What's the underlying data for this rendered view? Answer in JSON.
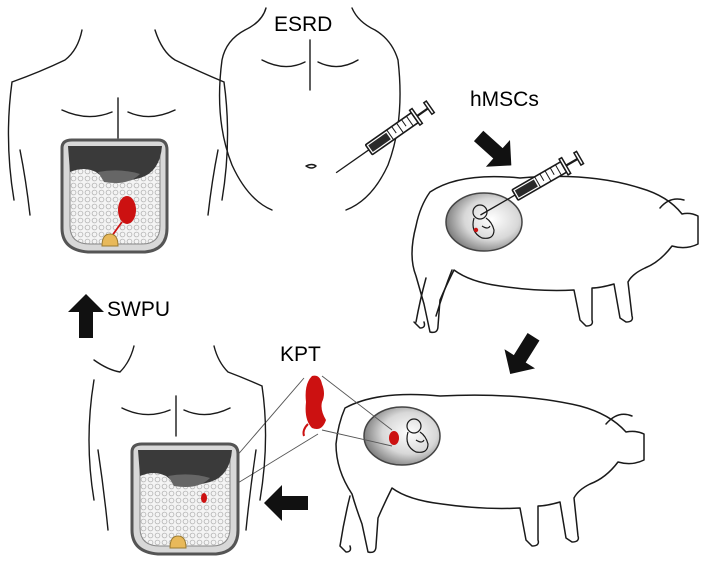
{
  "labels": {
    "esrd": "ESRD",
    "hmscs": "hMSCs",
    "swpu": "SWPU",
    "kpt": "KPT"
  },
  "colors": {
    "outline": "#1a1a1a",
    "arrow": "#111111",
    "kidney": "#cc1111",
    "bladder": "#e8b95a",
    "liver": "#3a3a3a",
    "cavity_rim": "#777777",
    "bowel_fill": "#f2f2f2"
  },
  "icons": [
    "human-torso-icon",
    "pig-icon",
    "syringe-icon",
    "fetus-icon",
    "kidney-icon",
    "arrow-icon"
  ]
}
